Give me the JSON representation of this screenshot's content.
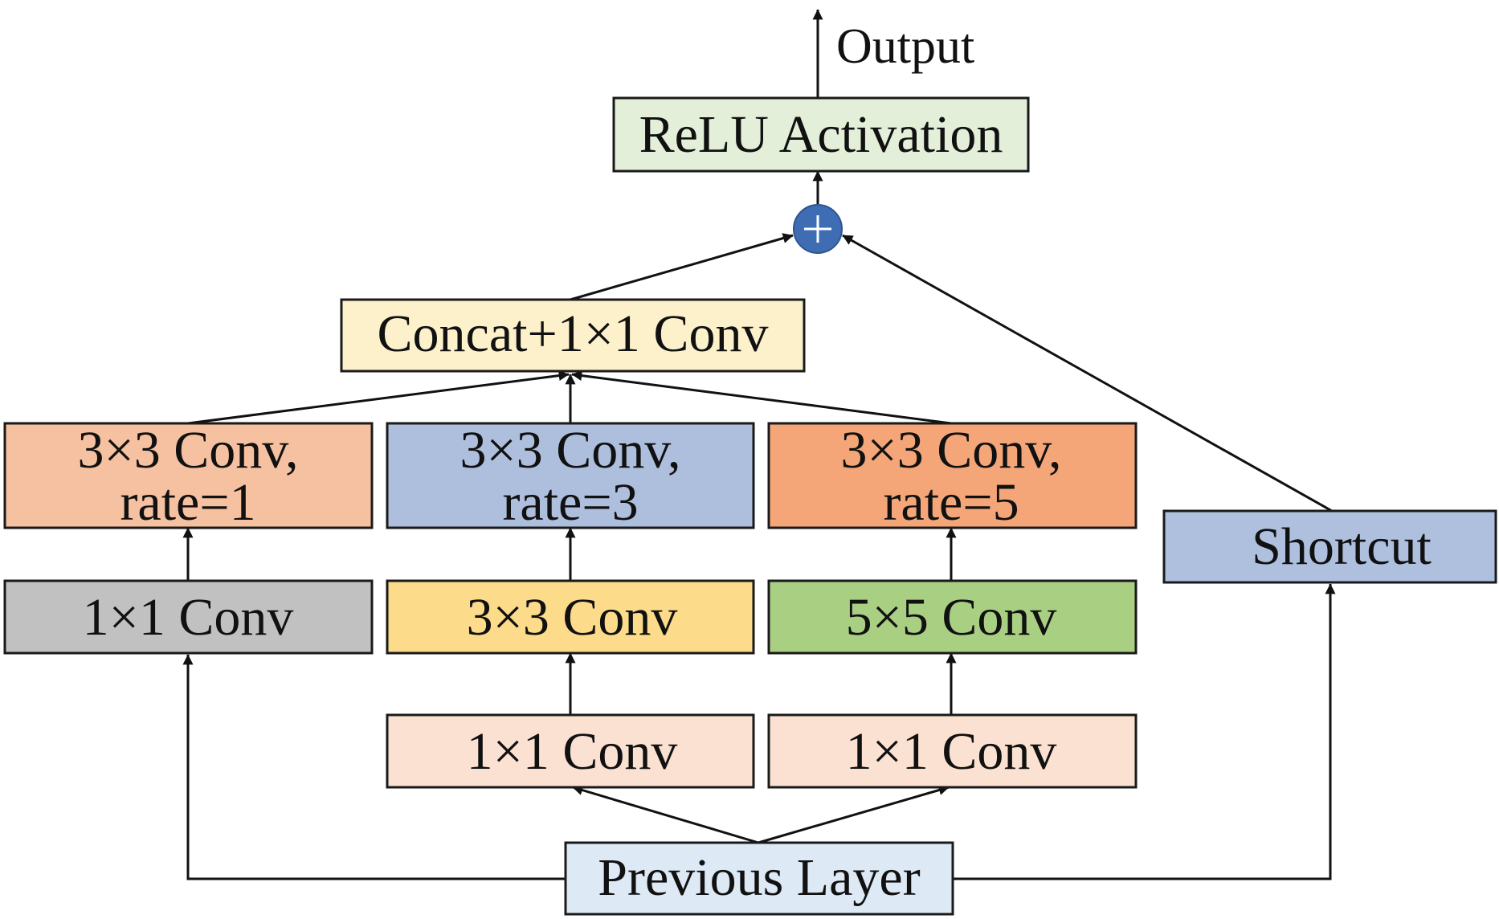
{
  "output_label": "Output",
  "relu": {
    "label": "ReLU Activation",
    "fill": "#e4efd9"
  },
  "concat": {
    "label": "Concat+1×1 Conv",
    "fill": "#fdf1cc"
  },
  "dilated": [
    {
      "line1": "3×3 Conv,",
      "line2": "rate=1",
      "fill": "#f5c1a0"
    },
    {
      "line1": "3×3 Conv,",
      "line2": "rate=3",
      "fill": "#adbfdd"
    },
    {
      "line1": "3×3 Conv,",
      "line2": "rate=5",
      "fill": "#f4a679"
    }
  ],
  "mid": [
    {
      "label": "1×1 Conv",
      "fill": "#c1c1c1"
    },
    {
      "label": "3×3 Conv",
      "fill": "#fcdb8b"
    },
    {
      "label": "5×5 Conv",
      "fill": "#a9cf83"
    }
  ],
  "bottom_convs": [
    {
      "label": "1×1 Conv",
      "fill": "#fbe1d2"
    },
    {
      "label": "1×1 Conv",
      "fill": "#fbe1d2"
    }
  ],
  "shortcut": {
    "label": "Shortcut",
    "fill": "#aec0de"
  },
  "previous_layer": {
    "label": "Previous Layer",
    "fill": "#dde9f4"
  },
  "add_node": {
    "symbol": "+",
    "fill": "#3f6db3"
  }
}
